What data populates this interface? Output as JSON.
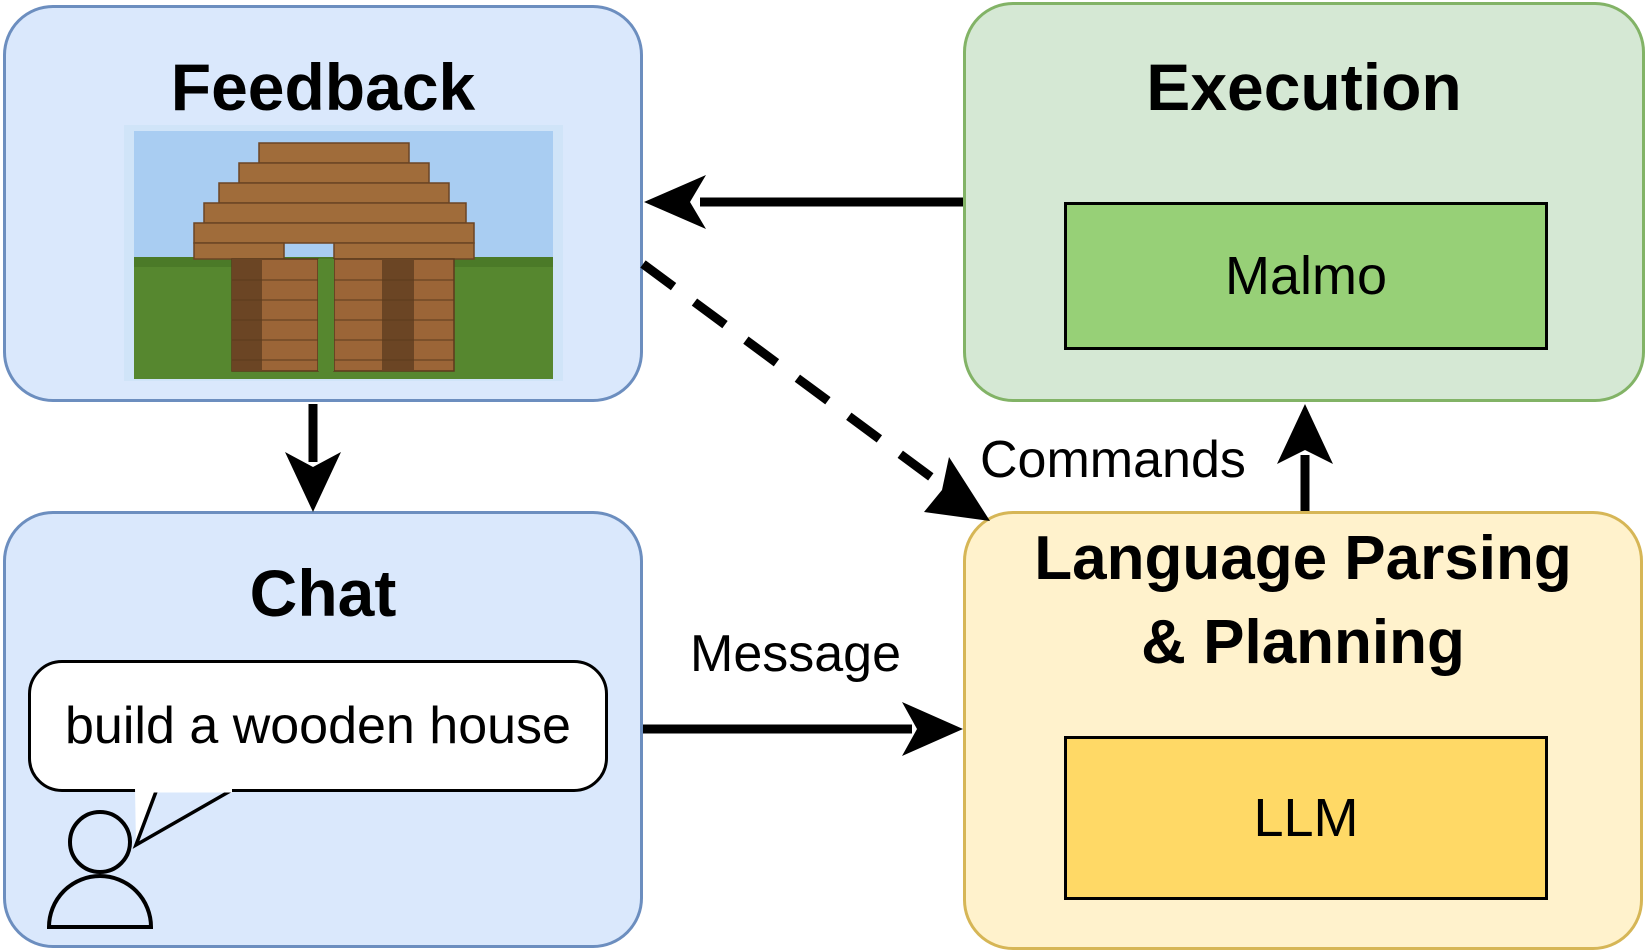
{
  "feedback": {
    "title": "Feedback"
  },
  "chat": {
    "title": "Chat",
    "message_bubble": "build a wooden house"
  },
  "execution": {
    "title": "Execution",
    "component": "Malmo"
  },
  "planning": {
    "title_line1": "Language Parsing",
    "title_line2": "& Planning",
    "component": "LLM"
  },
  "edges": {
    "message": "Message",
    "commands": "Commands"
  },
  "colors": {
    "blue_fill": "#dae8fc",
    "blue_stroke": "#6c8ebf",
    "green_fill": "#d5e8d4",
    "green_stroke": "#82b366",
    "malmo_fill": "#97d077",
    "yellow_fill": "#fff2cc",
    "yellow_stroke": "#d6b656",
    "llm_fill": "#ffd966"
  },
  "icons": {
    "user": "user-icon",
    "screenshot": "minecraft-house-image"
  }
}
